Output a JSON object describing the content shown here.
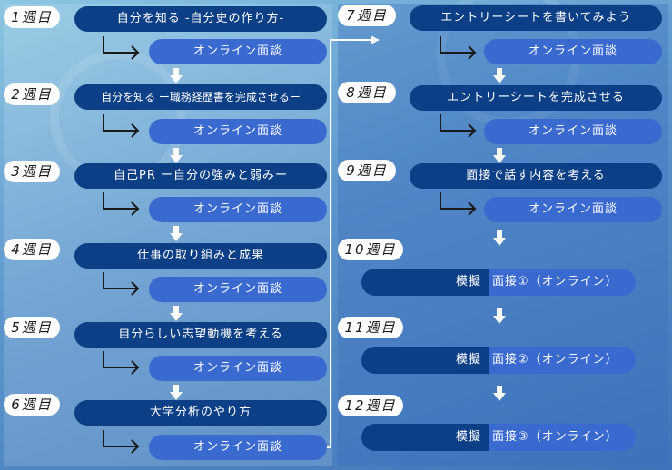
{
  "left_column": [
    {
      "week": "1週目",
      "title": "自分を知る -自分史の作り方-",
      "online": "オンライン面談"
    },
    {
      "week": "2週目",
      "title": "自分を知る ー職務経歴書を完成させるー",
      "online": "オンライン面談"
    },
    {
      "week": "3週目",
      "title": "自己PR ー自分の強みと弱みー",
      "online": "オンライン面談"
    },
    {
      "week": "4週目",
      "title": "仕事の取り組みと成果",
      "online": "オンライン面談"
    },
    {
      "week": "5週目",
      "title": "自分らしい志望動機を考える",
      "online": "オンライン面談"
    },
    {
      "week": "6週目",
      "title": "大学分析のやり方",
      "online": "オンライン面談"
    }
  ],
  "right_column": [
    {
      "week": "7週目",
      "title": "エントリーシートを書いてみよう",
      "online": "オンライン面談"
    },
    {
      "week": "8週目",
      "title": "エントリーシートを完成させる",
      "online": "オンライン面談"
    },
    {
      "week": "9週目",
      "title": "面接で話す内容を考える",
      "online": "オンライン面談"
    }
  ],
  "mock_sessions": [
    {
      "week": "10週目",
      "left": "模擬",
      "right": "面接①（オンライン）"
    },
    {
      "week": "11週目",
      "left": "模擬",
      "right": "面接②（オンライン）"
    },
    {
      "week": "12週目",
      "left": "模擬",
      "right": "面接③（オンライン）"
    }
  ],
  "colors": {
    "title_bg": "#0d3f86",
    "online_bg": "#3a6ad0",
    "badge_bg": "#ffffff"
  }
}
